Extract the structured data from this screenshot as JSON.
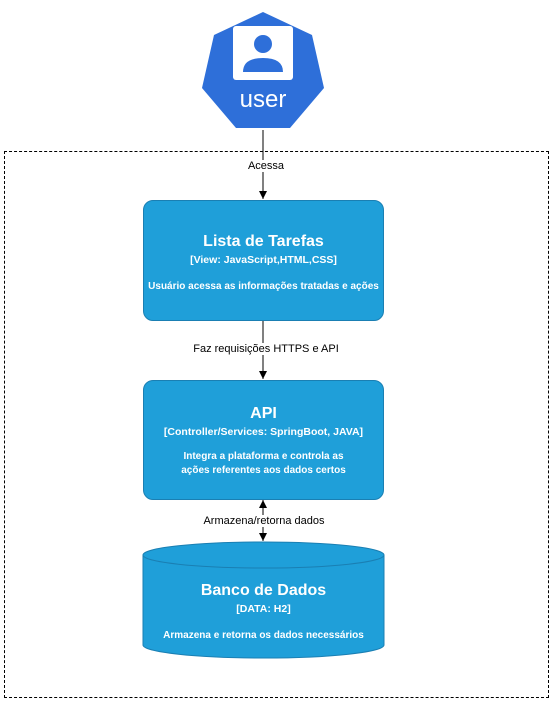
{
  "actor": {
    "label": "user",
    "color": "#2e6fd9"
  },
  "edges": {
    "user_to_frontend": "Acessa",
    "frontend_to_api": "Faz requisições HTTPS e API",
    "api_to_db": "Armazena/retorna dados"
  },
  "frontend": {
    "title": "Lista de Tarefas",
    "technology": "[View: JavaScript,HTML,CSS]",
    "description": "Usuário acessa as informações tratadas e ações"
  },
  "api": {
    "title": "API",
    "technology": "[Controller/Services: SpringBoot, JAVA]",
    "description": "Integra a plataforma e controla as ações referentes aos dados certos"
  },
  "database": {
    "title": "Banco de Dados",
    "technology": "[DATA: H2]",
    "description": "Armazena e retorna os dados necessários"
  },
  "colors": {
    "container": "#1f9fd9",
    "container_border": "#1a7fb3",
    "actor": "#2e6fd9"
  }
}
